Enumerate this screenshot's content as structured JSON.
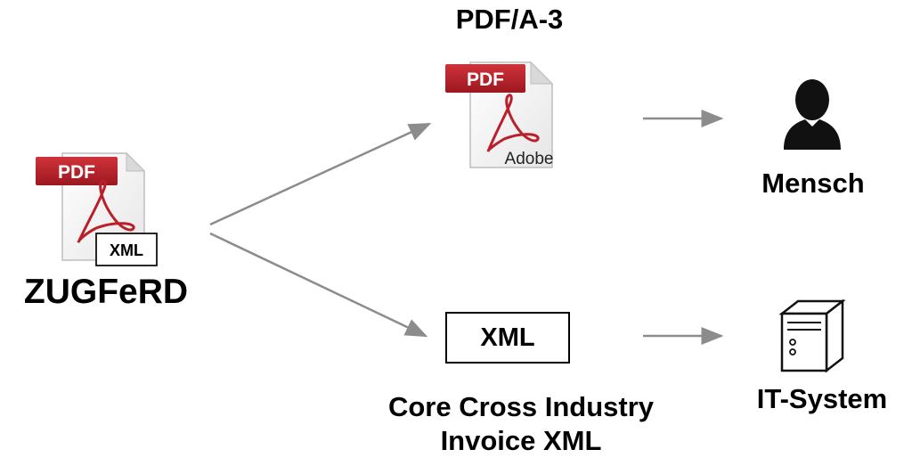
{
  "source": {
    "label": "ZUGFeRD",
    "icon": "pdf-with-xml-icon",
    "pdf_badge": "PDF",
    "xml_badge": "XML"
  },
  "pdfa": {
    "title": "PDF/A-3",
    "icon": "adobe-pdf-icon",
    "pdf_badge": "PDF",
    "adobe_label": "Adobe"
  },
  "xml_box": {
    "label": "XML",
    "caption_line1": "Core Cross Industry",
    "caption_line2": "Invoice XML"
  },
  "human": {
    "label": "Mensch",
    "icon": "person-icon"
  },
  "system": {
    "label": "IT-System",
    "icon": "server-icon"
  },
  "colors": {
    "pdf_red": "#b9202a",
    "arrow_gray": "#8c8c8c",
    "icon_black": "#111111"
  }
}
